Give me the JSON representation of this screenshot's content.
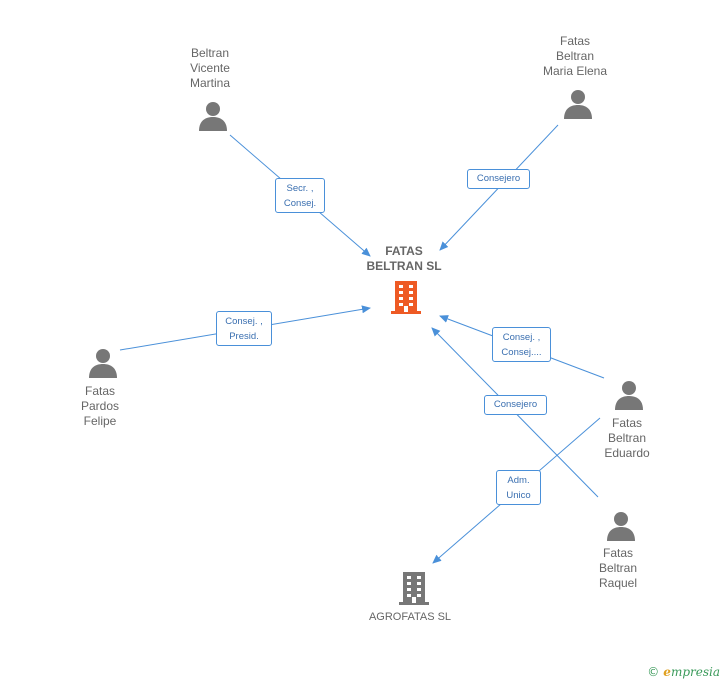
{
  "main_company": {
    "label": "FATAS\nBELTRAN SL",
    "color": "#ee5a24"
  },
  "other_company": {
    "label": "AGROFATAS SL",
    "color": "#777777"
  },
  "people": [
    {
      "id": "p1",
      "label": "Beltran\nVicente\nMartina"
    },
    {
      "id": "p2",
      "label": "Fatas\nBeltran\nMaria Elena"
    },
    {
      "id": "p3",
      "label": "Fatas\nPardos\nFelipe"
    },
    {
      "id": "p4",
      "label": "Fatas\nBeltran\nEduardo"
    },
    {
      "id": "p5",
      "label": "Fatas\nBeltran\nRaquel"
    }
  ],
  "relations": [
    {
      "id": "r1",
      "label": "Secr. ,\nConsej."
    },
    {
      "id": "r2",
      "label": "Consejero"
    },
    {
      "id": "r3",
      "label": "Consej. ,\nPresid."
    },
    {
      "id": "r4",
      "label": "Consej. ,\nConsej...."
    },
    {
      "id": "r5",
      "label": "Consejero"
    },
    {
      "id": "r6",
      "label": "Adm.\nUnico"
    }
  ],
  "footer": {
    "copyright": "©",
    "brand_initial": "e",
    "brand_rest": "mpresia"
  },
  "colors": {
    "edge": "#4a90d9",
    "person": "#777777"
  }
}
